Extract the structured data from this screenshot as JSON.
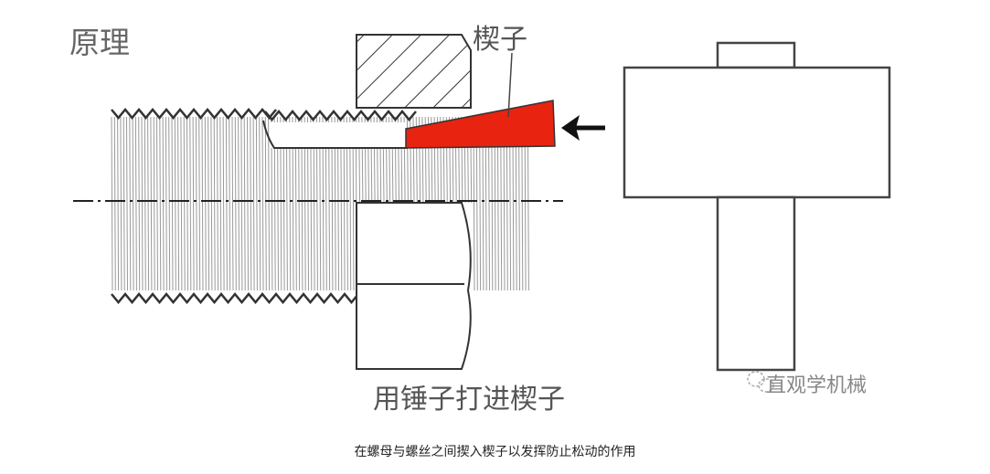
{
  "diagram": {
    "title": "原理",
    "wedge_label": "楔子",
    "action_label": "用锤子打进楔子",
    "watermark": "直观学机械",
    "wedge_color": "#e8230f",
    "line_color": "#333333"
  },
  "caption": "在螺母与螺丝之间揳入楔子以发挥防止松动的作用"
}
